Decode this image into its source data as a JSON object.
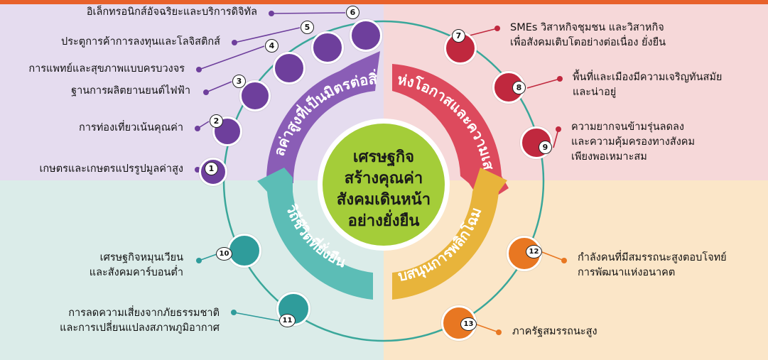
{
  "colors": {
    "quad_tl": "#e5dcef",
    "quad_tr": "#f6d8d9",
    "quad_bl": "#dbece9",
    "quad_br": "#fbe6c8",
    "top_band": "#e8612b",
    "purple": "#8a5db6",
    "purple_dark": "#6e3f9c",
    "red": "#dd4a5d",
    "red_dark": "#c0283e",
    "teal": "#5cbdb6",
    "teal_dark": "#2f9c9b",
    "gold": "#e8b43b",
    "orange": "#e87722",
    "center_green": "#a4cd39",
    "ring": "#3aa79a"
  },
  "center": {
    "title": [
      "เศรษฐกิจ",
      "สร้างคุณค่า",
      "สังคมเดินหน้า",
      "อย่างยั่งยืน"
    ]
  },
  "segments": {
    "top_left": "เศรษฐกิจมูลค่าสูงที่เป็นมิตรต่อสิ่งแวดล้อม",
    "top_right": "สังคมแห่งโอกาสและความเสมอภาค",
    "bottom_left": "วิถีชีวิตที่ยั่งยืน",
    "bottom_right": "ปัจจัยสนับสนุนการพลิกโฉมประเทศ"
  },
  "goals": [
    {
      "number": "1",
      "label": [
        "เกษตรและเกษตรแปรรูปมูลค่าสูง"
      ],
      "icon": "wheat-icon"
    },
    {
      "number": "2",
      "label": [
        "การท่องเที่ยวเน้นคุณค่า"
      ],
      "icon": "airplane-luggage-icon"
    },
    {
      "number": "3",
      "label": [
        "ฐานการผลิตยานยนต์ไฟฟ้า"
      ],
      "icon": "electric-car-icon"
    },
    {
      "number": "4",
      "label": [
        "การแพทย์และสุขภาพแบบครบวงจร"
      ],
      "icon": "stethoscope-heart-icon"
    },
    {
      "number": "5",
      "label": [
        "ประตูการค้าการลงทุนและโลจิสติกส์"
      ],
      "icon": "warehouse-icon"
    },
    {
      "number": "6",
      "label": [
        "อิเล็กทรอนิกส์อัจฉริยะและบริการดิจิทัล"
      ],
      "icon": "circuit-chip-icon"
    },
    {
      "number": "7",
      "label": [
        "SMEs วิสาหกิจชุมชน และวิสาหกิจ",
        "เพื่อสังคมเติบโตอย่างต่อเนื่อง ยั่งยืน"
      ],
      "icon": "shop-icon"
    },
    {
      "number": "8",
      "label": [
        "พื้นที่และเมืองมีความเจริญทันสมัย",
        "และน่าอยู่"
      ],
      "icon": "city-buildings-icon"
    },
    {
      "number": "9",
      "label": [
        "ความยากจนข้ามรุ่นลดลง",
        "และความคุ้มครองทางสังคม",
        "เพียงพอเหมาะสม"
      ],
      "icon": "growth-chart-icon"
    },
    {
      "number": "10",
      "label": [
        "เศรษฐกิจหมุนเวียน",
        "และสังคมคาร์บอนต่ำ"
      ],
      "icon": "infinity-icon"
    },
    {
      "number": "11",
      "label": [
        "การลดความเสี่ยงจากภัยธรรมชาติ",
        "และการเปลี่ยนแปลงสภาพภูมิอากาศ"
      ],
      "icon": "climate-factory-icon"
    },
    {
      "number": "12",
      "label": [
        "กำลังคนที่มีสมรรถนะสูงตอบโจทย์",
        "การพัฒนาแห่งอนาคต"
      ],
      "icon": "people-group-icon"
    },
    {
      "number": "13",
      "label": [
        "ภาครัฐสมรรถนะสูง"
      ],
      "icon": "government-building-icon"
    }
  ]
}
